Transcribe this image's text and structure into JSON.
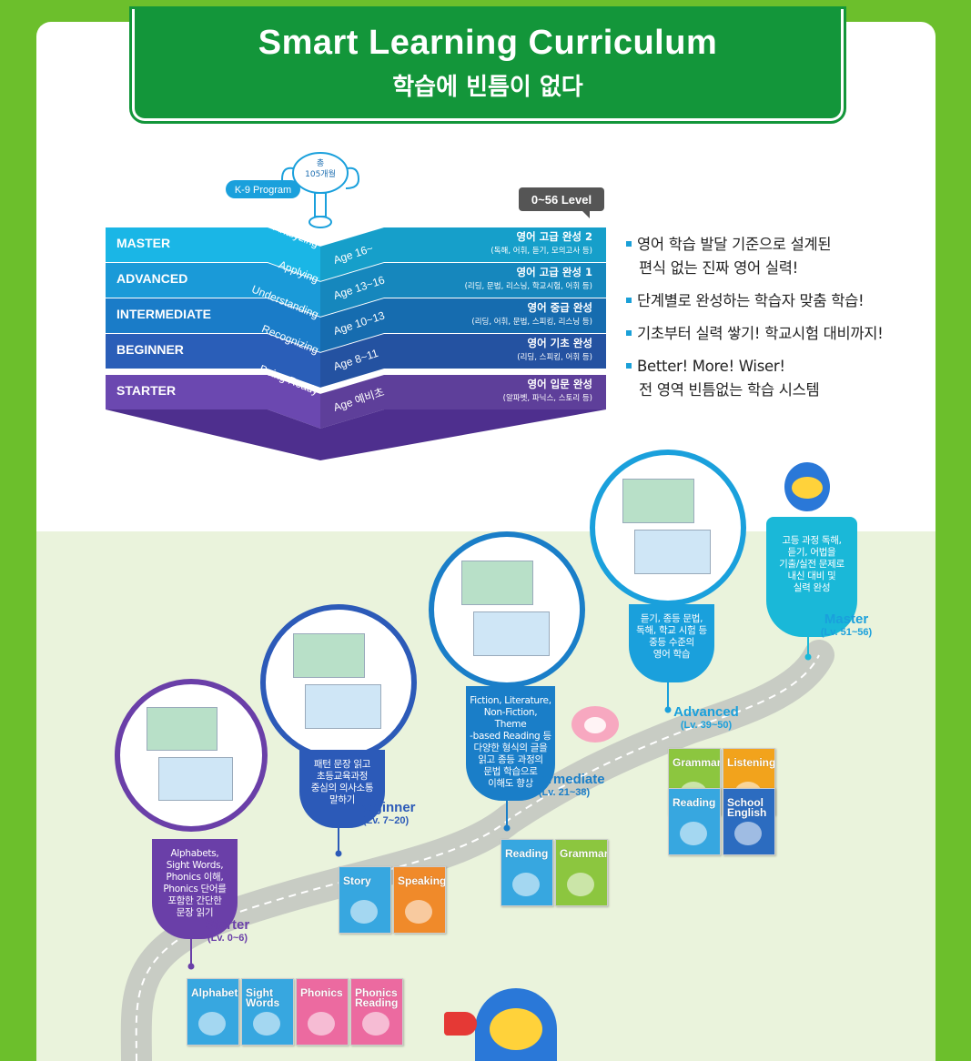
{
  "banner": {
    "title": "Smart Learning Curriculum",
    "subtitle": "학습에 빈틈이 없다"
  },
  "program": {
    "label": "K-9 Program",
    "cup_top": "총",
    "cup_bottom": "105개월",
    "level_badge": "0~56 Level"
  },
  "pyramid": [
    {
      "level": "MASTER",
      "skill": "Analyzing",
      "age": "Age 16~",
      "title": "영어 고급 완성 2",
      "detail": "(독해, 어휘, 듣기, 모의고사 등)",
      "color": "#1ab6e6"
    },
    {
      "level": "ADVANCED",
      "skill": "Applying",
      "age": "Age 13~16",
      "title": "영어 고급 완성 1",
      "detail": "(리딩, 문법, 리스닝, 학교시험, 어휘 등)",
      "color": "#1a9ad8"
    },
    {
      "level": "INTERMEDIATE",
      "skill": "Understanding",
      "age": "Age 10~13",
      "title": "영어 중급 완성",
      "detail": "(리딩, 어휘, 문법, 스피킹, 리스닝 등)",
      "color": "#1a7cc8"
    },
    {
      "level": "BEGINNER",
      "skill": "Recognizing",
      "age": "Age 8~11",
      "title": "영어 기초 완성",
      "detail": "(리딩, 스피킹, 어휘 등)",
      "color": "#2a5eb8"
    },
    {
      "level": "STARTER",
      "skill": "Being Ready",
      "age": "Age 예비초",
      "title": "영어 입문 완성",
      "detail": "(알파벳, 파닉스, 스토리 등)",
      "color": "#6b48b0"
    }
  ],
  "bullets": [
    {
      "line1": "영어 학습 발달 기준으로 설계된",
      "line2": "편식 없는 진짜 영어 실력!"
    },
    {
      "line1": "단계별로 완성하는 학습자 맞춤 학습!",
      "line2": ""
    },
    {
      "line1": "기초부터 실력 쌓기! 학교시험 대비까지!",
      "line2": ""
    },
    {
      "line1": "Better! More! Wiser!",
      "line2": "전 영역 빈틈없는 학습 시스템"
    }
  ],
  "stages": [
    {
      "name": "Starter",
      "range": "(Lv. 0~6)",
      "desc": [
        "Alphabets,",
        "Sight Words,",
        "Phonics 이해,",
        "Phonics 단어를",
        "포함한 간단한",
        "문장 읽기"
      ],
      "color": "#6a3fa8",
      "label_color": "#6a3fa8",
      "books": [
        {
          "title": "Alphabets",
          "color": "#37a7e0"
        },
        {
          "title": "Sight Words",
          "color": "#37a7e0"
        },
        {
          "title": "Phonics",
          "color": "#ec6aa0"
        },
        {
          "title": "Phonics Reading",
          "color": "#ec6aa0"
        }
      ]
    },
    {
      "name": "Beginner",
      "range": "(Lv. 7~20)",
      "desc": [
        "패턴 문장 읽고",
        "초등교육과정",
        "중심의 의사소통",
        "말하기"
      ],
      "color": "#2c5ab8",
      "label_color": "#2c5ab8",
      "books": [
        {
          "title": "Story",
          "color": "#37a7e0"
        },
        {
          "title": "Speaking",
          "color": "#f08a2a"
        }
      ]
    },
    {
      "name": "Intermediate",
      "range": "(Lv. 21~38)",
      "desc": [
        "Fiction, Literature,",
        "Non-Fiction, Theme",
        "-based Reading 등",
        "다양한 형식의 글을",
        "읽고 종등 과정의",
        "문법 학습으로",
        "이해도 향상"
      ],
      "color": "#1a7ec8",
      "label_color": "#1a7ec8",
      "books": [
        {
          "title": "Reading",
          "color": "#37a7e0"
        },
        {
          "title": "Grammar",
          "color": "#8cc63f"
        }
      ]
    },
    {
      "name": "Advanced",
      "range": "(Lv. 39~50)",
      "desc": [
        "듣기, 종등 문법,",
        "독해, 학교 시험 등",
        "중등 수준의",
        "영어 학습"
      ],
      "color": "#1aa0dc",
      "label_color": "#1aa0dc",
      "books": [
        {
          "title": "Grammar",
          "color": "#8cc63f"
        },
        {
          "title": "Listening",
          "color": "#f2a31c"
        },
        {
          "title": "Reading",
          "color": "#37a7e0"
        },
        {
          "title": "School English",
          "color": "#2c6cc0"
        }
      ]
    },
    {
      "name": "Master",
      "range": "(Lv. 51~56)",
      "desc": [
        "고등 과정 독해,",
        "듣기, 어법을",
        "기출/실전 문제로",
        "내신 대비 및",
        "실력 완성"
      ],
      "color": "#1ab8d8",
      "label_color": "#1aa0dc",
      "books": []
    }
  ]
}
